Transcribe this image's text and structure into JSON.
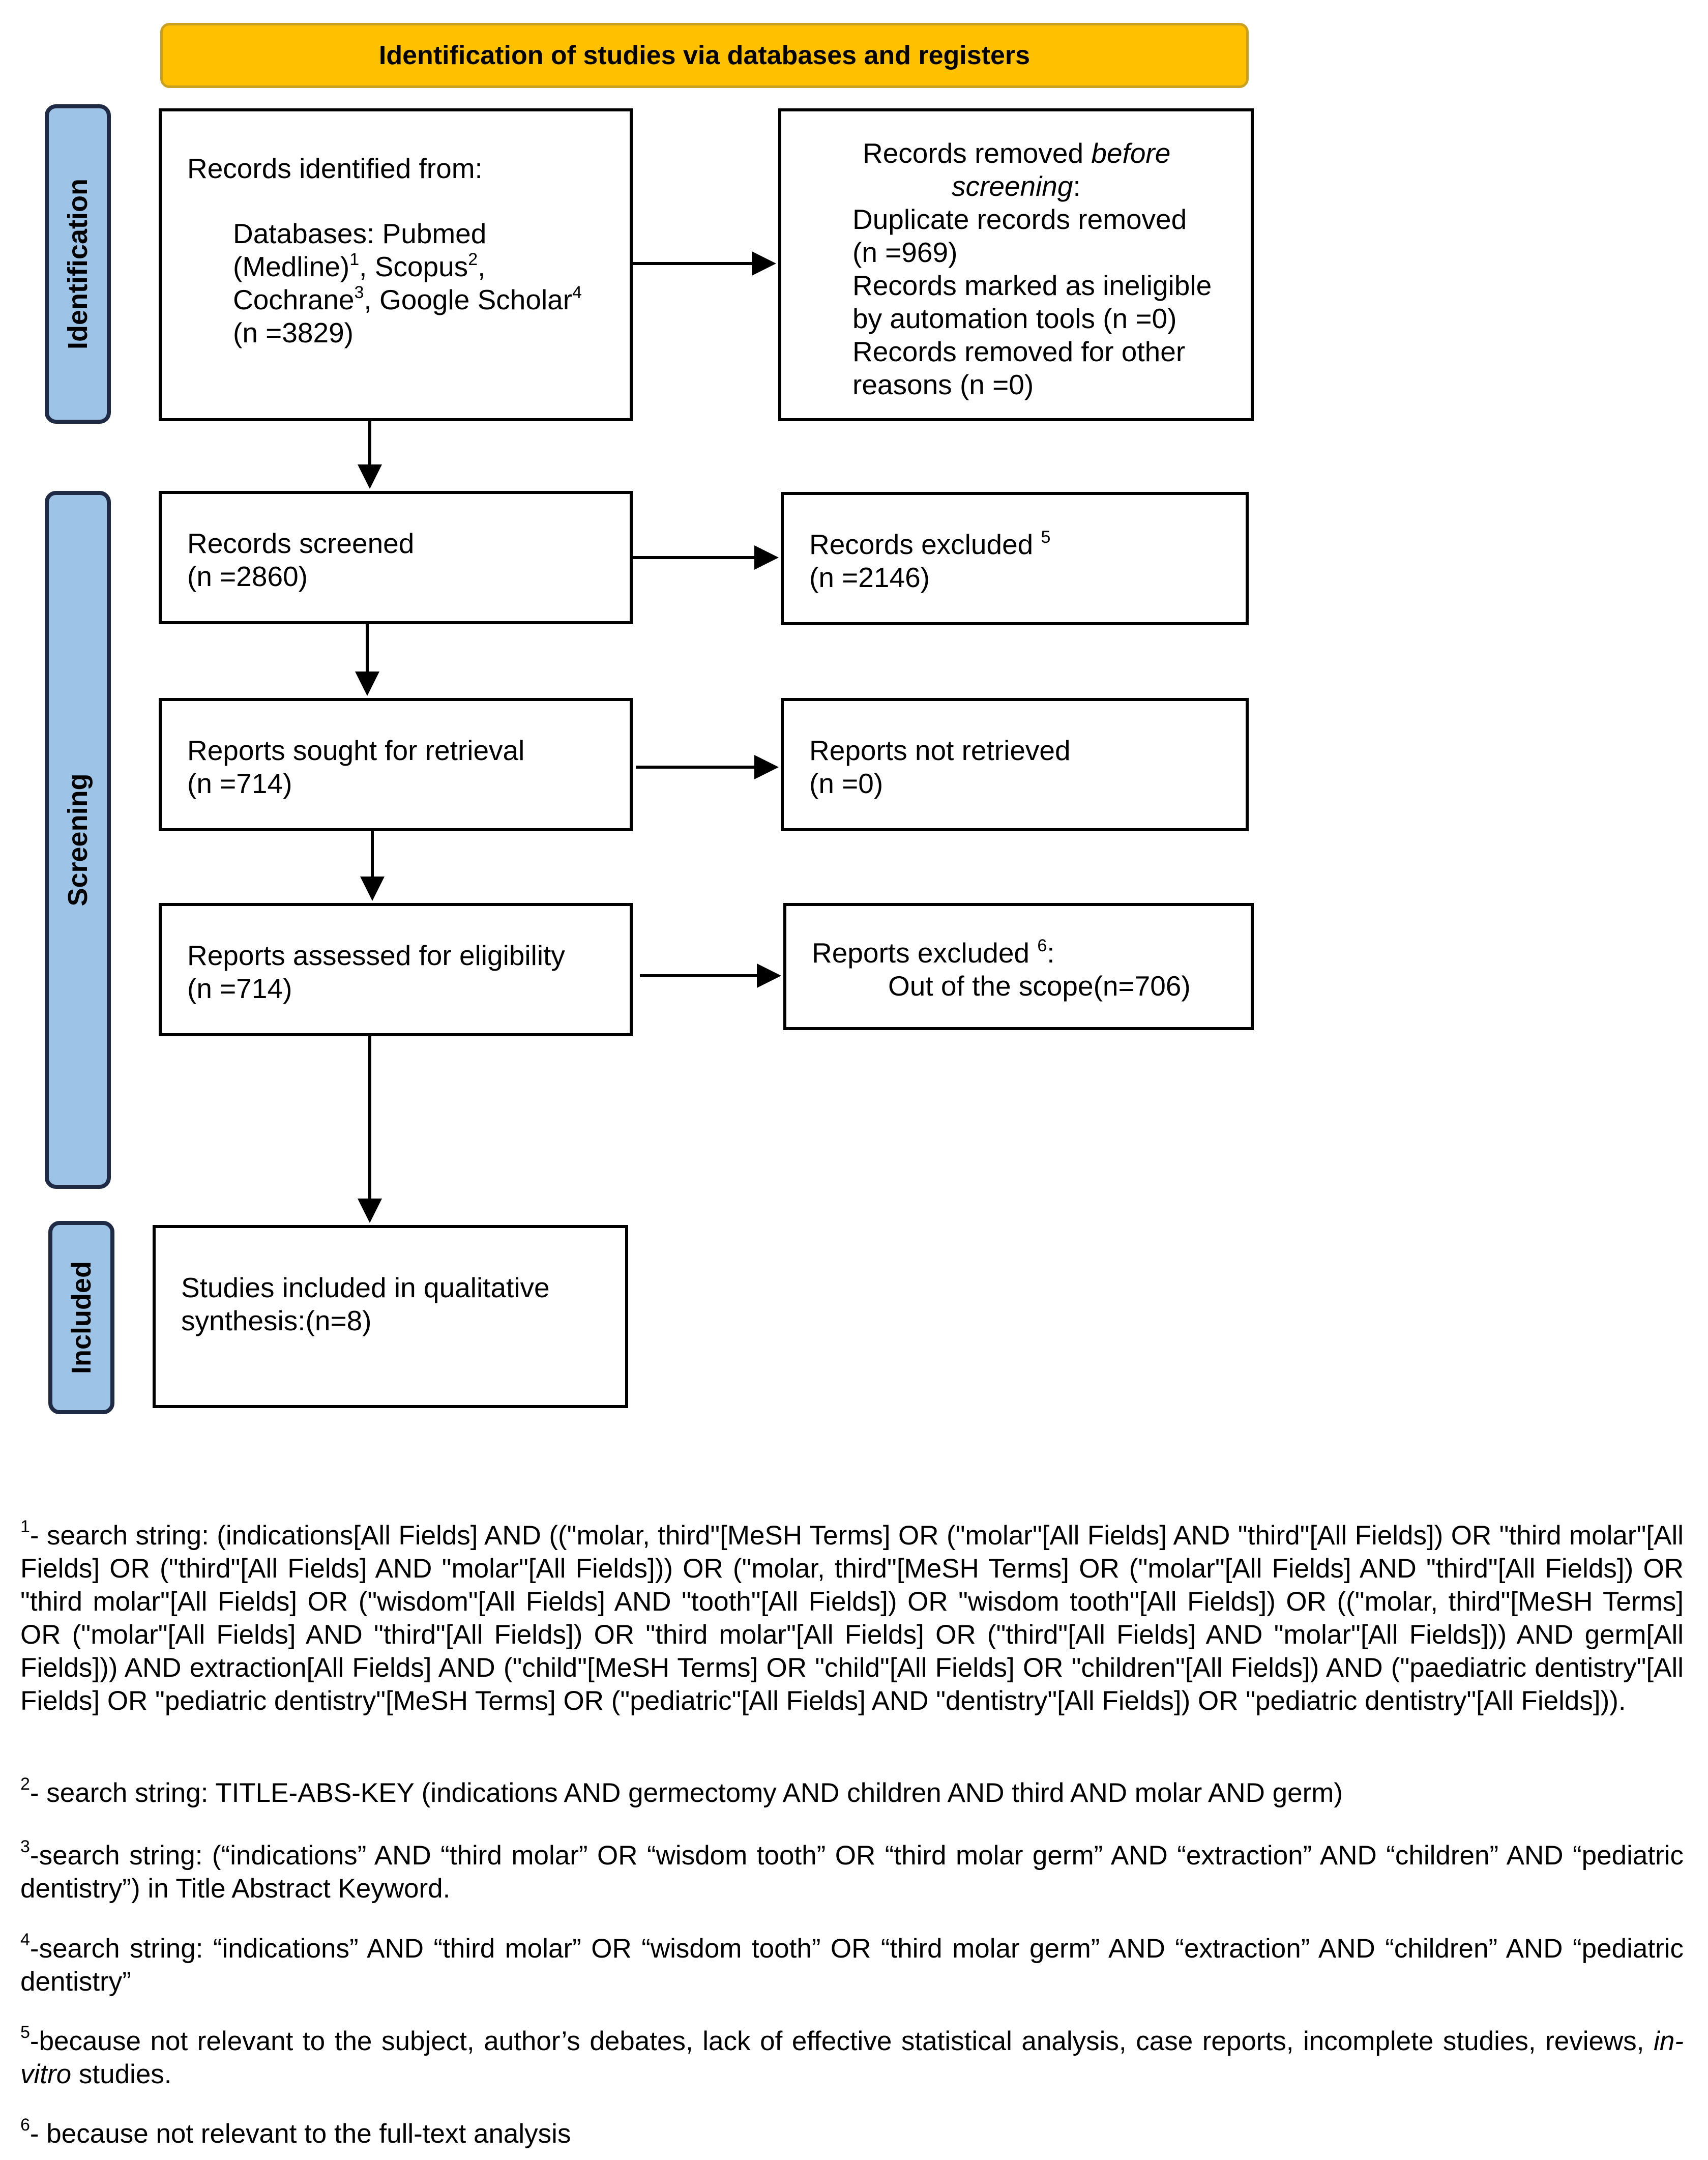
{
  "banner": {
    "title": "Identification of studies via databases and registers"
  },
  "phases": {
    "identification": "Identification",
    "screening": "Screening",
    "included": "Included"
  },
  "colors": {
    "banner": "#FFC000",
    "phase_fill": "#9DC3E6",
    "phase_border": "#1F2A44"
  },
  "boxes": {
    "identified": {
      "heading": "Records identified from:",
      "db_line1": "Databases: Pubmed",
      "db_line2_a": "(Medline)",
      "sup1": "1",
      "db_line2_b": ", Scopus",
      "sup2": "2",
      "db_line2_c": ",",
      "db_line3_a": "Cochrane",
      "sup3": "3",
      "db_line3_b": ", Google Scholar",
      "sup4": "4",
      "count": "(n =3829)"
    },
    "removed": {
      "line1_a": "Records removed ",
      "line1_b": "before",
      "line2_a": "screening",
      "line2_b": ":",
      "line3": "Duplicate records removed",
      "line4": "(n =969)",
      "line5": "Records marked as ineligible",
      "line6": "by automation tools (n =0)",
      "line7": "Records removed for other",
      "line8": "reasons (n =0)"
    },
    "screened": {
      "label": "Records screened",
      "count": "(n =2860)"
    },
    "excluded": {
      "label": "Records excluded ",
      "sup": "5",
      "count": "(n =2146)"
    },
    "sought": {
      "label": "Reports sought for retrieval",
      "count": "(n =714)"
    },
    "not_retrieved": {
      "label": "Reports not retrieved",
      "count": "(n =0)"
    },
    "assessed": {
      "label": "Reports assessed for eligibility",
      "count": "(n =714)"
    },
    "reports_excluded": {
      "label": "Reports excluded ",
      "sup": "6",
      "colon": ":",
      "detail": "Out of the scope(n=706)"
    },
    "included": {
      "line1": "Studies included in qualitative",
      "line2": "synthesis:(n=8)"
    }
  },
  "footnotes": {
    "f1": {
      "sup": "1",
      "text": "- search string: (indications[All Fields] AND ((\"molar, third\"[MeSH Terms] OR (\"molar\"[All Fields] AND \"third\"[All Fields]) OR \"third molar\"[All Fields] OR (\"third\"[All Fields] AND \"molar\"[All Fields])) OR (\"molar, third\"[MeSH Terms] OR (\"molar\"[All Fields] AND \"third\"[All Fields]) OR \"third molar\"[All Fields] OR (\"wisdom\"[All Fields] AND \"tooth\"[All Fields]) OR \"wisdom tooth\"[All Fields]) OR ((\"molar, third\"[MeSH Terms] OR (\"molar\"[All Fields] AND \"third\"[All Fields]) OR \"third molar\"[All Fields] OR (\"third\"[All Fields] AND \"molar\"[All Fields])) AND germ[All Fields])) AND extraction[All Fields] AND (\"child\"[MeSH Terms] OR \"child\"[All Fields] OR \"children\"[All Fields]) AND (\"paediatric dentistry\"[All Fields] OR \"pediatric dentistry\"[MeSH Terms] OR (\"pediatric\"[All Fields] AND \"dentistry\"[All Fields]) OR \"pediatric dentistry\"[All Fields]))."
    },
    "f2": {
      "sup": "2",
      "text": "- search string: TITLE-ABS-KEY (indications AND germectomy AND children AND third AND molar AND germ)"
    },
    "f3": {
      "sup": "3",
      "text": "-search string: (“indications” AND “third molar” OR “wisdom tooth” OR “third molar germ” AND “extraction” AND “children” AND “pediatric dentistry”) in Title Abstract Keyword."
    },
    "f4": {
      "sup": "4",
      "text": "-search string: “indications” AND “third molar” OR “wisdom tooth” OR “third molar germ” AND “extraction” AND “children” AND “pediatric dentistry”"
    },
    "f5": {
      "sup": "5",
      "text_a": "-because not relevant to the subject, author’s debates, lack of effective statistical analysis, case reports, incomplete studies, reviews, ",
      "text_b": "in-vitro",
      "text_c": " studies."
    },
    "f6": {
      "sup": "6",
      "text": "- because not relevant to the full-text analysis"
    }
  }
}
